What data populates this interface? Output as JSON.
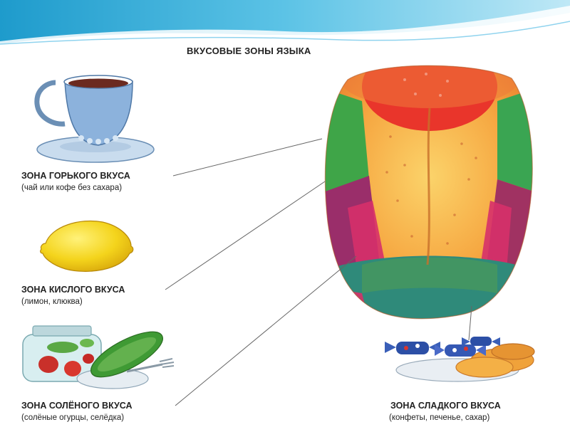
{
  "title": "ВКУСОВЫЕ ЗОНЫ ЯЗЫКА",
  "zones": [
    {
      "name": "ЗОНА ГОРЬКОГО ВКУСА",
      "examples": "(чай или кофе без сахара)",
      "icon": "tea-cup-icon"
    },
    {
      "name": "ЗОНА КИСЛОГО ВКУСА",
      "examples": "(лимон, клюква)",
      "icon": "lemon-icon"
    },
    {
      "name": "ЗОНА СОЛЁНОГО ВКУСА",
      "examples": "(солёные огурцы, селёдка)",
      "icon": "pickles-icon"
    },
    {
      "name": "ЗОНА СЛАДКОГО ВКУСА",
      "examples": "(конфеты, печенье, сахар)",
      "icon": "sweets-icon"
    }
  ],
  "colors": {
    "header_wave": "#3aaed8",
    "bitter": "#3fa548",
    "sour": "#9a2e6a",
    "salty": "#d6306a",
    "sweet": "#2f8a7a",
    "tongue_tip_red": "#e02a2a",
    "tongue_body": "#f6b04a"
  }
}
